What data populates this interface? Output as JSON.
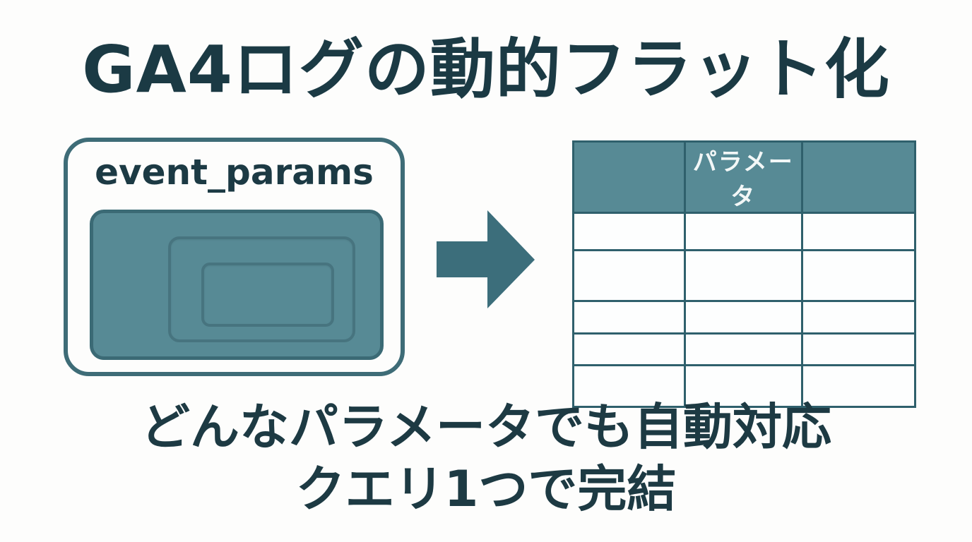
{
  "title": "GA4ログの動的フラット化",
  "diagram": {
    "box_label": "event_params"
  },
  "table": {
    "header": [
      "",
      "パラメータ",
      ""
    ],
    "rows": [
      [
        "",
        "",
        ""
      ],
      [
        "",
        "",
        ""
      ],
      [
        "",
        "",
        ""
      ],
      [
        "",
        "",
        ""
      ],
      [
        "",
        "",
        ""
      ]
    ]
  },
  "caption": {
    "line1": "どんなパラメータでも自動対応",
    "line2": "クエリ1つで完結"
  },
  "colors": {
    "background": "#fdfdfc",
    "dark_text": "#1b3a44",
    "box_border": "#3e6c77",
    "teal_fill": "#578a95",
    "nested_border": "#47747f",
    "arrow": "#3c6e7b",
    "table_border": "#2f606c",
    "header_text": "#f2f7f7"
  }
}
